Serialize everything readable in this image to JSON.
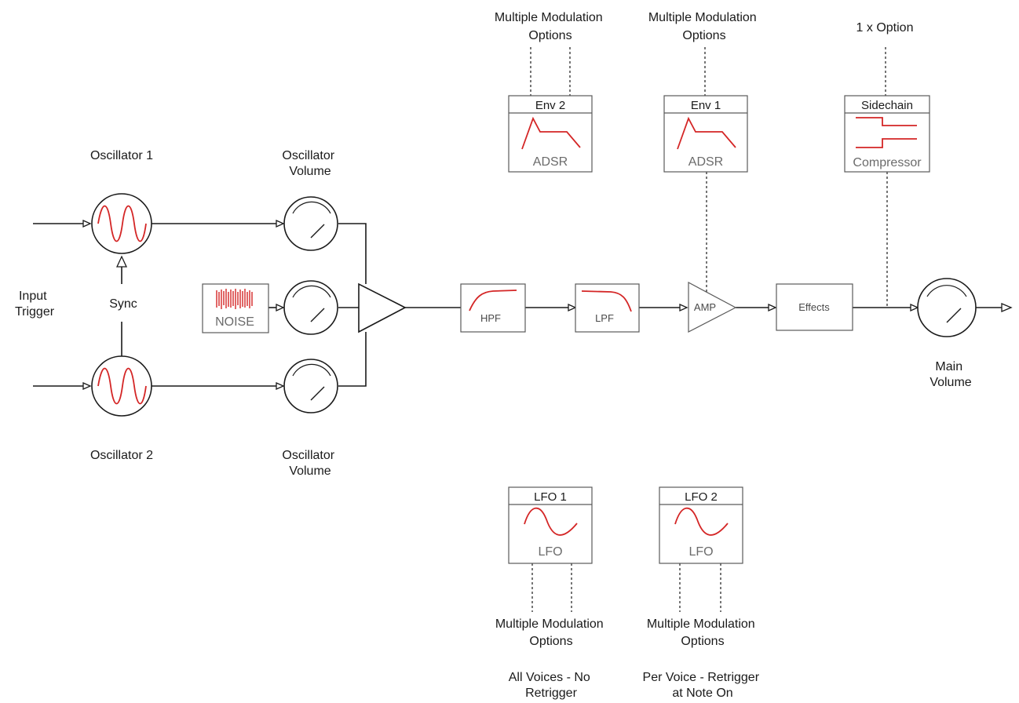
{
  "colors": {
    "line": "#1a1a1a",
    "accent_red": "#d42626",
    "sub_text": "#6b6b6b",
    "box_border": "#5a5a5a"
  },
  "labels": {
    "input_trigger": [
      "Input",
      "Trigger"
    ],
    "oscillator1": "Oscillator 1",
    "oscillator2": "Oscillator 2",
    "sync": "Sync",
    "osc_volume_top": [
      "Oscillator",
      "Volume"
    ],
    "osc_volume_bottom": [
      "Oscillator",
      "Volume"
    ],
    "noise": "NOISE",
    "hpf": "HPF",
    "lpf": "LPF",
    "amp": "AMP",
    "effects": "Effects",
    "main_volume": [
      "Main",
      "Volume"
    ]
  },
  "env2": {
    "title": "Env 2",
    "sub": "ADSR",
    "caption": [
      "Multiple Modulation",
      "Options"
    ]
  },
  "env1": {
    "title": "Env 1",
    "sub": "ADSR",
    "caption": [
      "Multiple Modulation",
      "Options"
    ]
  },
  "sidechain": {
    "title": "Sidechain",
    "sub": "Compressor",
    "caption": "1 x Option"
  },
  "lfo1": {
    "title": "LFO 1",
    "sub": "LFO",
    "caption": [
      "Multiple Modulation",
      "Options"
    ],
    "note": [
      "All Voices - No",
      "Retrigger"
    ]
  },
  "lfo2": {
    "title": "LFO 2",
    "sub": "LFO",
    "caption": [
      "Multiple Modulation",
      "Options"
    ],
    "note": [
      "Per Voice - Retrigger",
      "at Note On"
    ]
  },
  "icons": {
    "oscillator": "sine-wave-icon",
    "knob": "knob-dial-icon",
    "noise": "noise-waveform-icon",
    "mixer": "triangle-amplifier-icon",
    "hpf": "highpass-curve-icon",
    "lpf": "lowpass-curve-icon",
    "env": "adsr-envelope-icon",
    "compressor": "compressor-step-icon",
    "lfo": "lfo-sine-icon"
  }
}
